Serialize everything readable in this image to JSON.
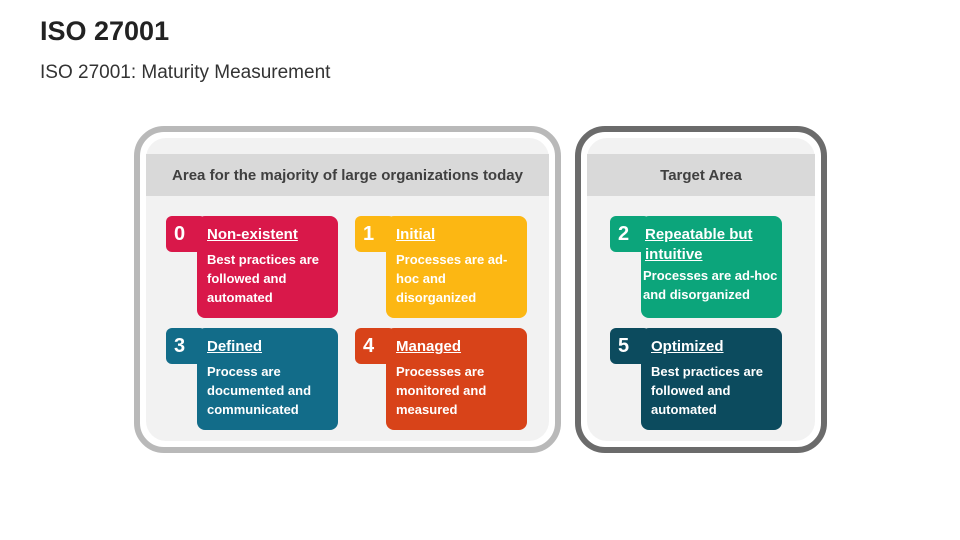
{
  "title": "ISO 27001",
  "subtitle": "ISO 27001: Maturity Measurement",
  "left_panel": {
    "header": "Area for the majority of large organizations today",
    "cards": [
      {
        "number": "0",
        "title": "Non-existent",
        "description": "Best practices are followed and automated",
        "color": "#d9184a"
      },
      {
        "number": "1",
        "title": "Initial",
        "description": "Processes are ad-hoc and disorganized",
        "color": "#fcb713"
      },
      {
        "number": "3",
        "title": "Defined",
        "description": "Process are documented and communicated",
        "color": "#126c89"
      },
      {
        "number": "4",
        "title": "Managed",
        "description": "Processes are monitored and measured",
        "color": "#d84319"
      }
    ]
  },
  "right_panel": {
    "header": "Target Area",
    "cards": [
      {
        "number": "2",
        "title": "Repeatable but intuitive",
        "description": "Processes are ad-hoc and disorganized",
        "color": "#0ca57b"
      },
      {
        "number": "5",
        "title": "Optimized",
        "description": "Best practices are followed and automated",
        "color": "#0c4b5e"
      }
    ]
  }
}
